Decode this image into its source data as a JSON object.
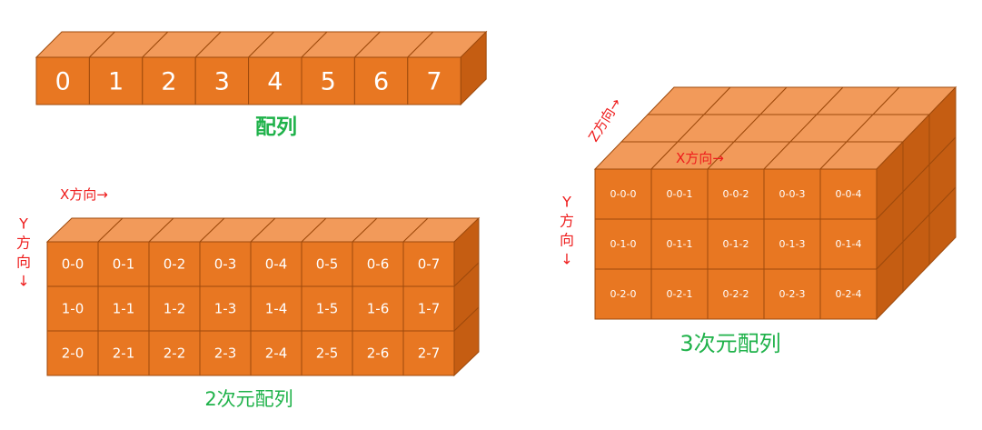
{
  "colors": {
    "front": "#e87722",
    "top": "#f29a5a",
    "side": "#c55d12",
    "edge": "#9e4a0c",
    "title": "#1fb24a",
    "direction": "#ee1c1c"
  },
  "array1d": {
    "caption": "配列",
    "cells": [
      "0",
      "1",
      "2",
      "3",
      "4",
      "5",
      "6",
      "7"
    ]
  },
  "array2d": {
    "caption": "2次元配列",
    "x_label": "X方向→",
    "y_label": "Y方向↓",
    "rows": [
      [
        "0-0",
        "0-1",
        "0-2",
        "0-3",
        "0-4",
        "0-5",
        "0-6",
        "0-7"
      ],
      [
        "1-0",
        "1-1",
        "1-2",
        "1-3",
        "1-4",
        "1-5",
        "1-6",
        "1-7"
      ],
      [
        "2-0",
        "2-1",
        "2-2",
        "2-3",
        "2-4",
        "2-5",
        "2-6",
        "2-7"
      ]
    ]
  },
  "array3d": {
    "caption": "3次元配列",
    "x_label": "X方向→",
    "y_label": "Y方向↓",
    "z_label": "Z方向→",
    "rows": [
      [
        "0-0-0",
        "0-0-1",
        "0-0-2",
        "0-0-3",
        "0-0-4"
      ],
      [
        "0-1-0",
        "0-1-1",
        "0-1-2",
        "0-1-3",
        "0-1-4"
      ],
      [
        "0-2-0",
        "0-2-1",
        "0-2-2",
        "0-2-3",
        "0-2-4"
      ]
    ],
    "depth_layers": 3
  }
}
